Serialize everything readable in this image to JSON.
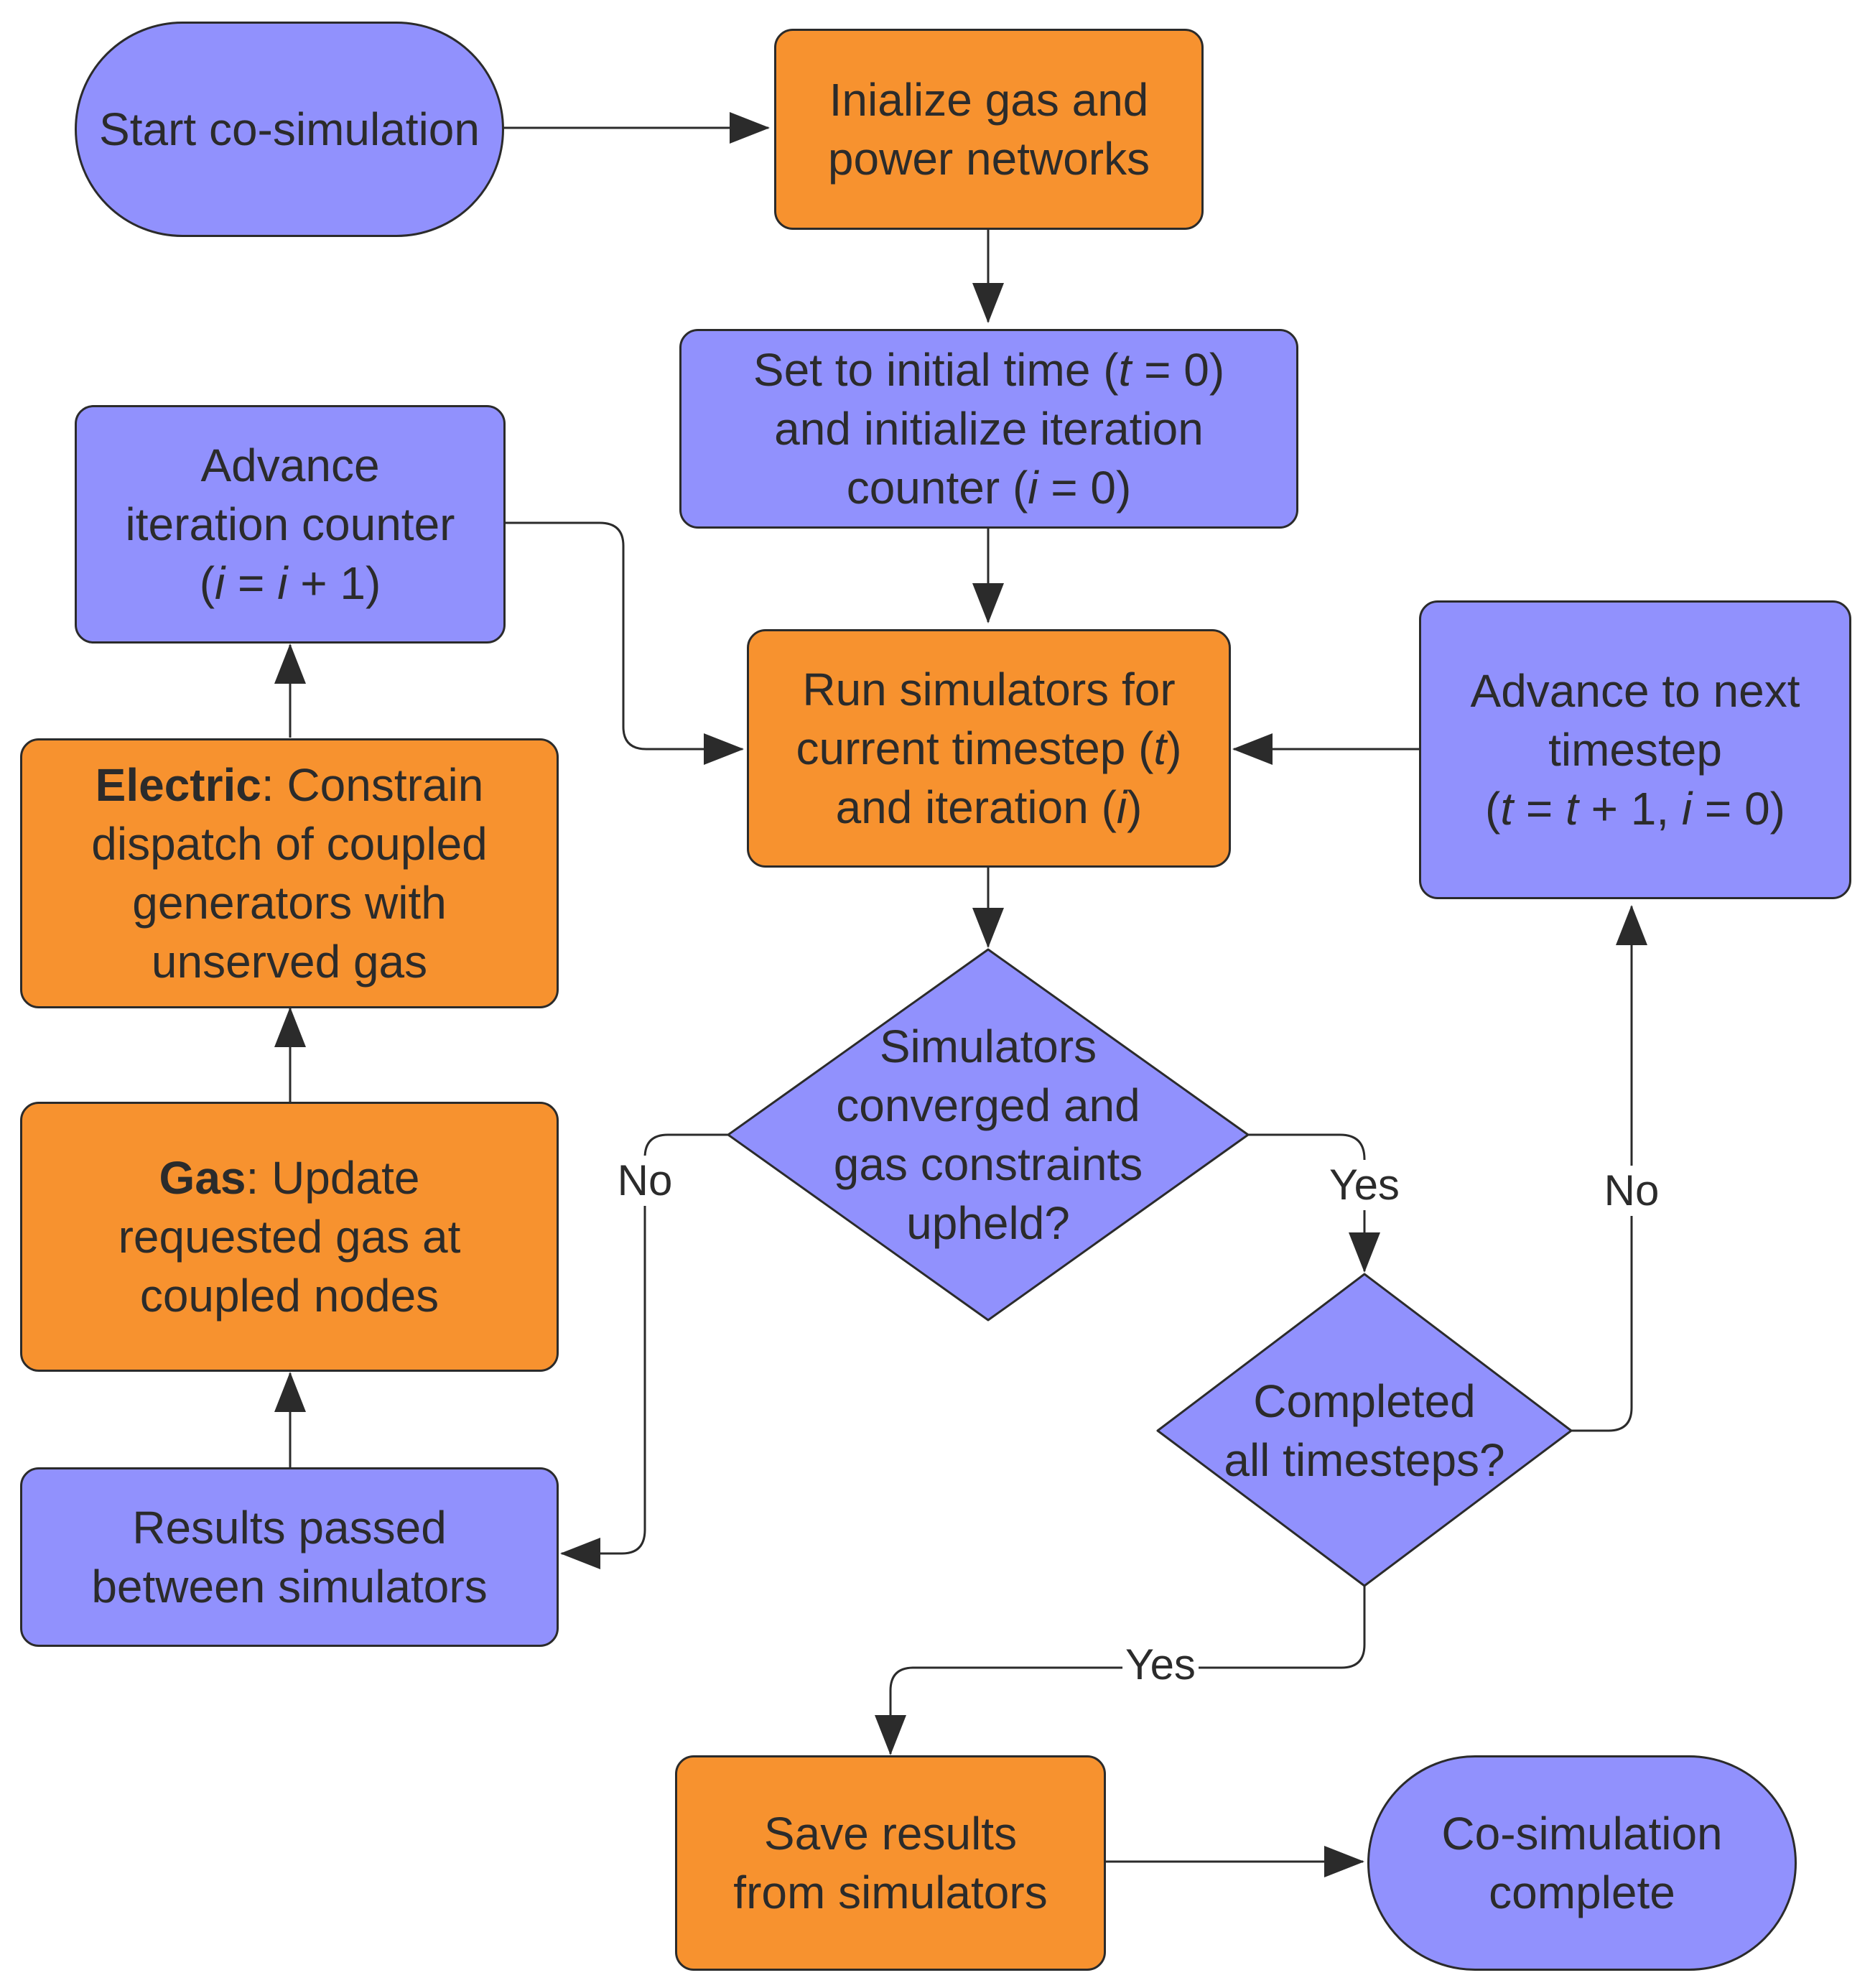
{
  "colors": {
    "orange": "#f7922f",
    "purple": "#9191fd",
    "stroke": "#2b2b2b"
  },
  "nodes": {
    "start": {
      "line1": "Start co-simulation"
    },
    "init_networks": {
      "line1": "Inialize gas and",
      "line2": "power networks"
    },
    "set_initial": {
      "l1_a": "Set to initial time (",
      "l1_var": "t",
      "l1_b": " = 0)",
      "line2": "and initialize iteration",
      "l3_a": "counter (",
      "l3_var": "i",
      "l3_b": " = 0)"
    },
    "advance_iter": {
      "line1": "Advance",
      "line2": "iteration counter",
      "l3_a": "(",
      "l3_var1": "i",
      "l3_mid": " = ",
      "l3_var2": "i",
      "l3_b": " + 1)"
    },
    "run_sim": {
      "line1": "Run simulators for",
      "l2_a": "current timestep (",
      "l2_var": "t",
      "l2_b": ")",
      "l3_a": "and iteration (",
      "l3_var": "i",
      "l3_b": ")"
    },
    "advance_time": {
      "line1": "Advance to next",
      "line2": "timestep",
      "l3_a": "(",
      "l3_v1": "t",
      "l3_m1": " = ",
      "l3_v2": "t",
      "l3_m2": " + 1, ",
      "l3_v3": "i",
      "l3_b": " = 0)"
    },
    "electric": {
      "l1_bold": "Electric",
      "l1_rest": ": Constrain",
      "line2": "dispatch of coupled",
      "line3": "generators with",
      "line4": "unserved gas"
    },
    "gas": {
      "l1_bold": "Gas",
      "l1_rest": ": Update",
      "line2": "requested gas at",
      "line3": "coupled nodes"
    },
    "results_passed": {
      "line1": "Results passed",
      "line2": "between simulators"
    },
    "converged": {
      "line1": "Simulators",
      "line2": "converged and",
      "line3": "gas constraints",
      "line4": "upheld?"
    },
    "completed": {
      "line1": "Completed",
      "line2": "all timesteps?"
    },
    "save": {
      "line1": "Save results",
      "line2": "from simulators"
    },
    "complete": {
      "line1": "Co-simulation",
      "line2": "complete"
    }
  },
  "edge_labels": {
    "converged_no": "No",
    "converged_yes": "Yes",
    "completed_no": "No",
    "completed_yes": "Yes"
  }
}
